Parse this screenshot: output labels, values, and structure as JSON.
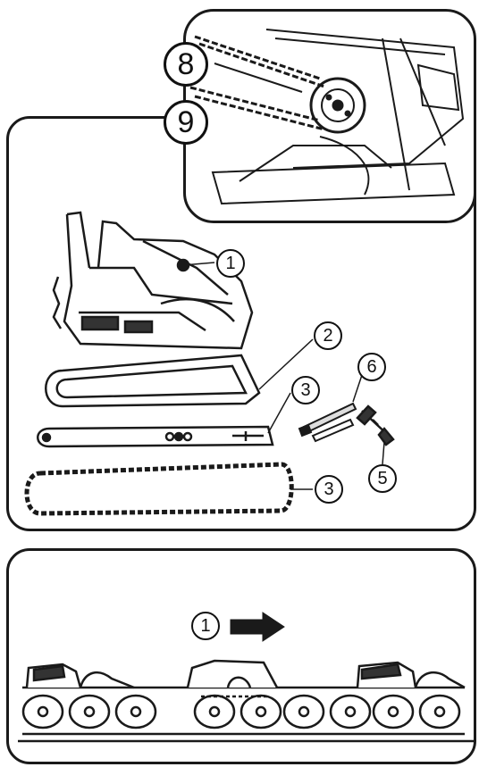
{
  "callouts": {
    "c8": "8",
    "c9": "9",
    "c1_saw": "1",
    "c2_cover": "2",
    "c3_bar": "3",
    "c6_file": "6",
    "c5_wrench": "5",
    "c3_chain": "3",
    "c1_direction": "1"
  },
  "colors": {
    "ink": "#1a1a1a",
    "paper": "#ffffff",
    "shade": "#555555"
  }
}
